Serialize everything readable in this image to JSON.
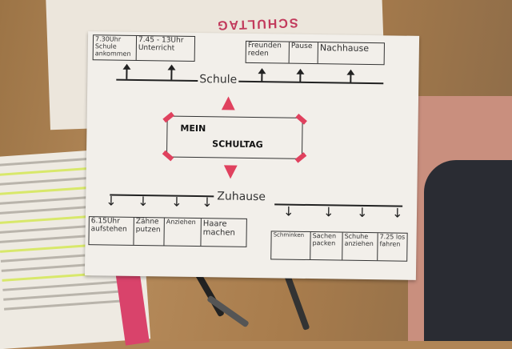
{
  "background": {
    "title": "SCHULTAG"
  },
  "poster": {
    "title_line1": "MEIN",
    "title_line2": "SCHULTAG",
    "school": {
      "label": "Schule",
      "left_cells": [
        "7.30Uhr Schule ankommen",
        "7.45 - 13Uhr Unterricht"
      ],
      "right_cells": [
        "Freunden reden",
        "Pause",
        "Nachhause"
      ]
    },
    "home": {
      "label": "Zuhause",
      "left_cells": [
        "6.15Uhr aufstehen",
        "Zähne putzen",
        "Anziehen",
        "Haare machen"
      ],
      "right_cells": [
        "Schminken",
        "Sachen packen",
        "Schuhe anziehen",
        "7.25 los fahren"
      ]
    },
    "accent_color": "#e0415e"
  }
}
